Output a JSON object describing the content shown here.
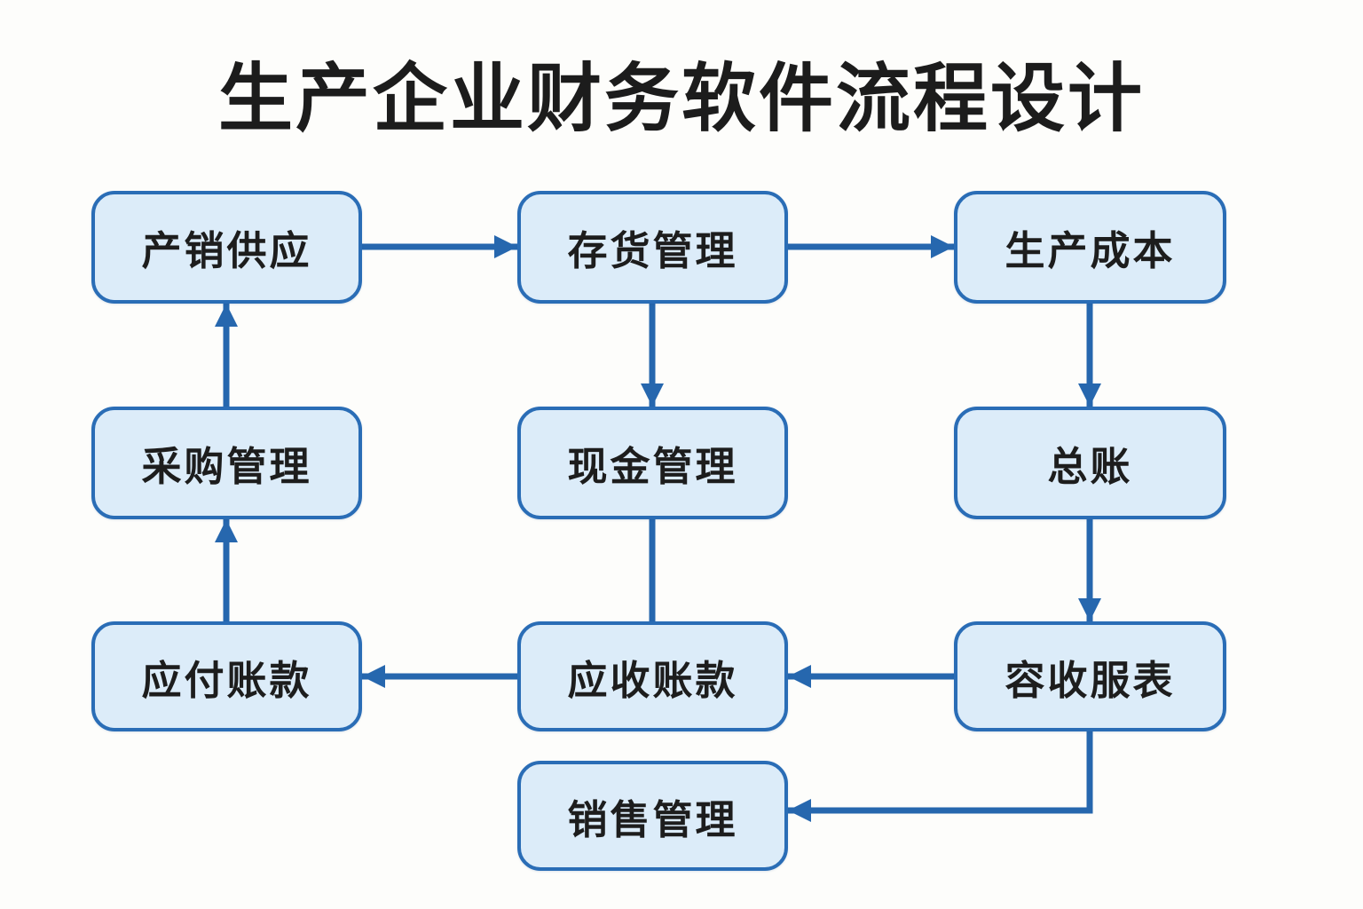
{
  "title": "生产企业财务软件流程设计",
  "colors": {
    "background": "#fdfdfb",
    "node_fill": "#dcecf9",
    "node_border": "#2a6db6",
    "arrow": "#2667ae",
    "text": "#1d1d1d"
  },
  "nodes": [
    {
      "id": "supply",
      "label": "产销供应"
    },
    {
      "id": "inventory",
      "label": "存货管理"
    },
    {
      "id": "production-cost",
      "label": "生产成本"
    },
    {
      "id": "purchasing",
      "label": "采购管理"
    },
    {
      "id": "cash",
      "label": "现金管理"
    },
    {
      "id": "general-ledger",
      "label": "总账"
    },
    {
      "id": "accounts-payable",
      "label": "应付账款"
    },
    {
      "id": "accounts-receivable",
      "label": "应收账款"
    },
    {
      "id": "reports",
      "label": "容收服表"
    },
    {
      "id": "sales",
      "label": "销售管理"
    }
  ],
  "edges": [
    {
      "from": "产销供应",
      "to": "存货管理",
      "arrow": "right"
    },
    {
      "from": "存货管理",
      "to": "生产成本",
      "arrow": "right"
    },
    {
      "from": "存货管理",
      "to": "现金管理",
      "arrow": "down"
    },
    {
      "from": "生产成本",
      "to": "总账",
      "arrow": "down"
    },
    {
      "from": "总账",
      "to": "容收服表",
      "arrow": "down"
    },
    {
      "from": "采购管理",
      "to": "产销供应",
      "arrow": "up"
    },
    {
      "from": "应付账款",
      "to": "采购管理",
      "arrow": "up"
    },
    {
      "from": "现金管理",
      "to": "应收账款",
      "arrow": "plain-line-no-arrowhead"
    },
    {
      "from": "应收账款",
      "to": "应付账款",
      "arrow": "left"
    },
    {
      "from": "容收服表",
      "to": "应收账款",
      "arrow": "left"
    },
    {
      "from": "容收服表",
      "to": "销售管理",
      "arrow": "elbow-down-then-left"
    }
  ]
}
